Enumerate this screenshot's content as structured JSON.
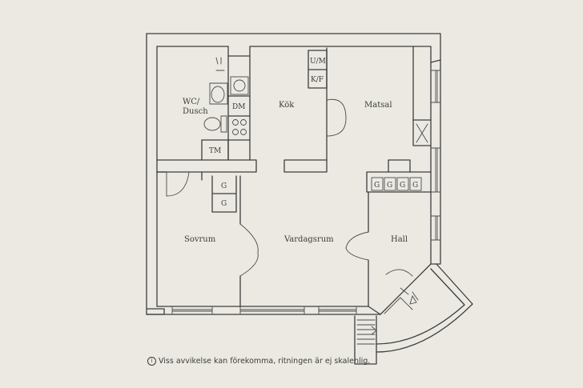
{
  "rooms": {
    "wc_line1": "WC/",
    "wc_line2": "Dusch",
    "kok": "Kök",
    "matsal": "Matsal",
    "sovrum": "Sovrum",
    "vardagsrum": "Vardagsrum",
    "hall": "Hall"
  },
  "fixtures": {
    "um": "U/M",
    "kf": "K/F",
    "dm": "DM",
    "tm": "TM",
    "g": "G"
  },
  "footer": {
    "icon": "info-icon",
    "icon_glyph": "i",
    "note": "Viss avvikelse kan förekomma, ritningen är ej skalenlig."
  },
  "colors": {
    "background": "#ebe9e2",
    "line": "#3c3f3e"
  }
}
